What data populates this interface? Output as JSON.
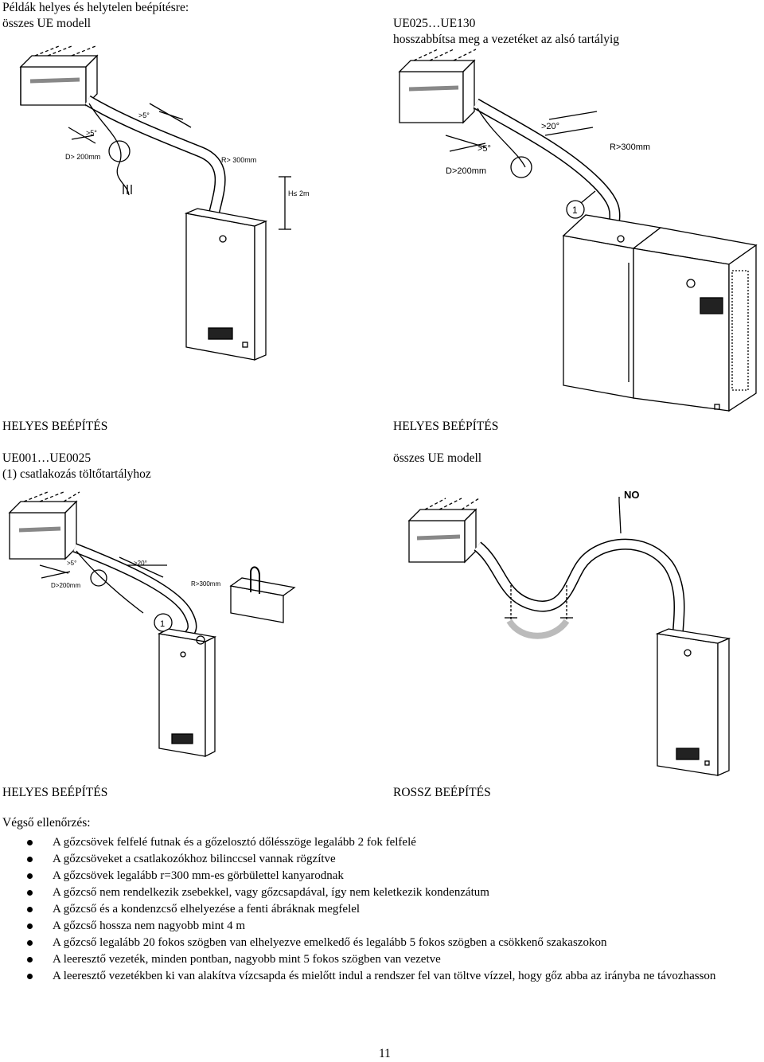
{
  "header": {
    "left_line1": "Példák helyes és helytelen beépítésre:",
    "left_line2": "összes UE modell",
    "right_line1": "UE025…UE130",
    "right_line2": "hosszabbítsa meg a vezetéket az alsó tartályig"
  },
  "figures": {
    "fig1": {
      "angle1": ">5°",
      "angle2": ">5°",
      "diameter": "D> 200mm",
      "radius": "R> 300mm",
      "height": "H≤ 2m"
    },
    "fig2": {
      "angle1": ">20°",
      "angle2": ">5°",
      "diameter": "D>200mm",
      "radius": "R>300mm",
      "callout": "1"
    },
    "fig3": {
      "angle1": ">5°",
      "angle2": ">20°",
      "diameter": "D>200mm",
      "radius": "R>300mm",
      "callout": "1"
    },
    "fig4": {
      "no_label": "NO"
    }
  },
  "captions": {
    "c1_title": "HELYES BEÉPÍTÉS",
    "c1_line1": "UE001…UE0025",
    "c1_line2": "(1) csatlakozás töltőtartályhoz",
    "c2_title": "HELYES BEÉPÍTÉS",
    "c2_line1": "összes UE modell",
    "c3_title": "HELYES BEÉPÍTÉS",
    "c4_title": "ROSSZ BEÉPÍTÉS"
  },
  "checklist": {
    "title": "Végső ellenőrzés:",
    "items": [
      "A gőzcsövek felfelé futnak és a gőzelosztó dőlésszöge legalább 2 fok felfelé",
      "A gőzcsöveket a csatlakozókhoz bilinccsel vannak rögzítve",
      "A gőzcsövek legalább r=300 mm-es görbülettel kanyarodnak",
      "A gőzcső nem rendelkezik zsebekkel, vagy gőzcsapdával, így nem keletkezik kondenzátum",
      "A gőzcső és a kondenzcső elhelyezése a fenti ábráknak megfelel",
      "A gőzcső hossza nem nagyobb mint 4 m",
      "A gőzcső legalább 20 fokos szögben van elhelyezve emelkedő és legalább 5 fokos szögben a csökkenő szakaszokon",
      "A leeresztő vezeték, minden pontban, nagyobb mint 5 fokos szögben van vezetve",
      "A leeresztő vezetékben ki van alakítva vízcsapda és mielőtt indul a rendszer fel van töltve vízzel, hogy gőz abba az irányba ne távozhasson"
    ]
  },
  "footer": {
    "page_number": "11"
  }
}
